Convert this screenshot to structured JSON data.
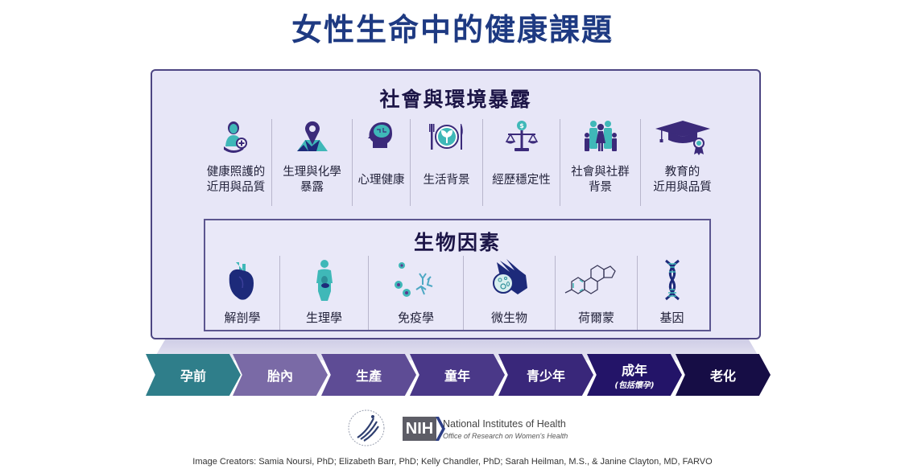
{
  "title": "女性生命中的健康課題",
  "social_environmental": {
    "heading": "社會與環境暴露",
    "items": [
      {
        "label": "健康照護的\n近用與品質",
        "icon": "healthcare-access-icon"
      },
      {
        "label": "生理與化學\n暴露",
        "icon": "map-pin-icon"
      },
      {
        "label": "心理健康",
        "icon": "brain-head-icon"
      },
      {
        "label": "生活背景",
        "icon": "plate-utensils-icon"
      },
      {
        "label": "經歷穩定性",
        "icon": "scale-dollar-icon"
      },
      {
        "label": "社會與社群\n背景",
        "icon": "family-group-icon"
      },
      {
        "label": "教育的\n近用與品質",
        "icon": "graduation-cap-icon"
      }
    ]
  },
  "biological": {
    "heading": "生物因素",
    "items": [
      {
        "label": "解剖學",
        "icon": "heart-icon"
      },
      {
        "label": "生理學",
        "icon": "body-organs-icon"
      },
      {
        "label": "免疫學",
        "icon": "immune-cells-icon"
      },
      {
        "label": "微生物",
        "icon": "glove-petri-dish-icon"
      },
      {
        "label": "荷爾蒙",
        "icon": "steroid-molecule-icon"
      },
      {
        "label": "基因",
        "icon": "dna-icon"
      }
    ]
  },
  "life_stages": [
    {
      "label": "孕前",
      "sub": "",
      "color": "#2f7e8a"
    },
    {
      "label": "胎內",
      "sub": "",
      "color": "#7a6aa6"
    },
    {
      "label": "生產",
      "sub": "",
      "color": "#5e4c95"
    },
    {
      "label": "童年",
      "sub": "",
      "color": "#4a3888"
    },
    {
      "label": "青少年",
      "sub": "",
      "color": "#39277a"
    },
    {
      "label": "成年",
      "sub": "(包括懷孕)",
      "color": "#231468"
    },
    {
      "label": "老化",
      "sub": "",
      "color": "#160d45"
    }
  ],
  "logos": {
    "nih_abbrev": "NIH",
    "nih_name": "National Institutes of Health",
    "nih_office": "Office of Research on Women's Health"
  },
  "credits": "Image Creators: Samia Noursi, PhD; Elizabeth Barr, PhD; Kelly Chandler, PhD; Sarah Heilman, M.S., & Janine Clayton, MD, FARVO",
  "colors": {
    "title": "#1e3a82",
    "box_bg": "#e7e6f7",
    "box_border": "#4d4683",
    "teal": "#3fb8b8",
    "purple": "#3b2a7a",
    "navy": "#1d2a7a"
  }
}
